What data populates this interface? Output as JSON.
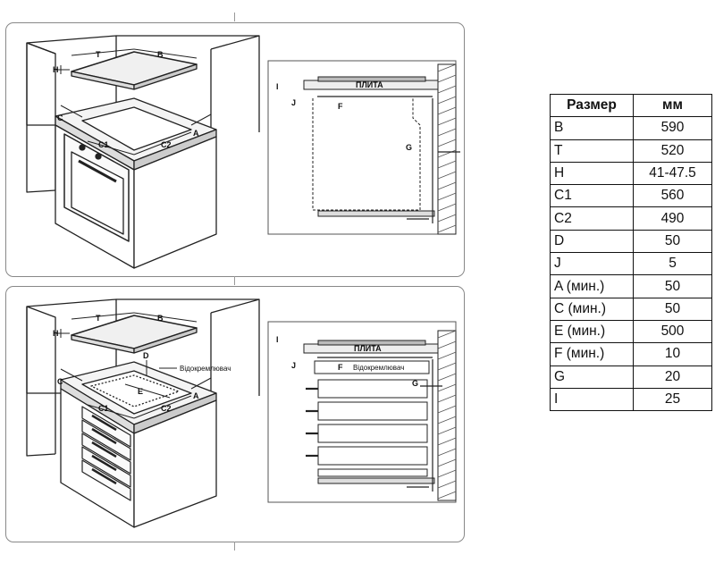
{
  "labels": {
    "T": "T",
    "B": "B",
    "H": "H",
    "C": "C",
    "C1": "C1",
    "C2": "C2",
    "A": "A",
    "D": "D",
    "E": "E",
    "I": "I",
    "J": "J",
    "F": "F",
    "G": "G",
    "plate": "ПЛИТА",
    "separator": "Відокремлювач"
  },
  "table": {
    "headers": [
      "Размер",
      "мм"
    ],
    "rows": [
      [
        "B",
        "590"
      ],
      [
        "T",
        "520"
      ],
      [
        "H",
        "41-47.5"
      ],
      [
        "C1",
        "560"
      ],
      [
        "C2",
        "490"
      ],
      [
        "D",
        "50"
      ],
      [
        "J",
        "5"
      ],
      [
        "A (мин.)",
        "50"
      ],
      [
        "C (мин.)",
        "50"
      ],
      [
        "E (мин.)",
        "500"
      ],
      [
        "F (мин.)",
        "10"
      ],
      [
        "G",
        "20"
      ],
      [
        "I",
        "25"
      ]
    ]
  }
}
